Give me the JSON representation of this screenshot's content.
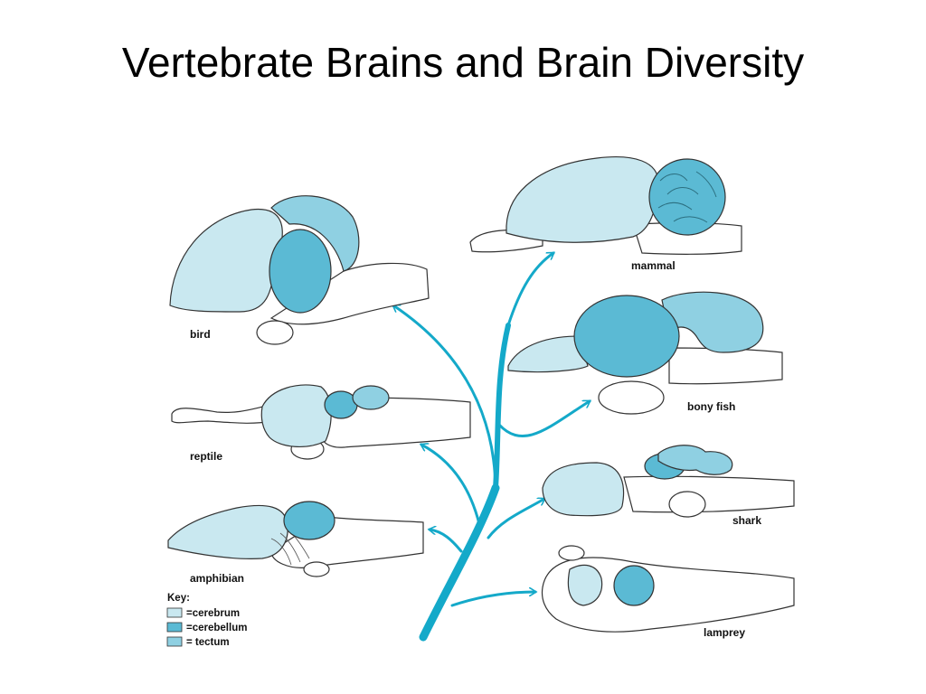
{
  "title": "Vertebrate Brains and Brain Diversity",
  "colors": {
    "cerebrum": "#c9e8f0",
    "cerebellum": "#5bbad4",
    "tectum": "#8fd0e2",
    "tree": "#14a9c9",
    "outline": "#333333"
  },
  "labels": {
    "bird": "bird",
    "reptile": "reptile",
    "amphibian": "amphibian",
    "mammal": "mammal",
    "bony_fish": "bony fish",
    "shark": "shark",
    "lamprey": "lamprey"
  },
  "key": {
    "title": "Key:",
    "items": [
      {
        "label": "=cerebrum",
        "color": "#c9e8f0"
      },
      {
        "label": "=cerebellum",
        "color": "#5bbad4"
      },
      {
        "label": "= tectum",
        "color": "#8fd0e2"
      }
    ]
  }
}
